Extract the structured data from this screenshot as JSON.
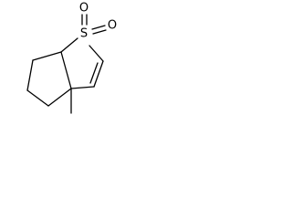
{
  "molecule": {
    "atoms": {
      "sulfur": "S",
      "oxygen_top": "O",
      "oxygen_right": "O"
    }
  }
}
